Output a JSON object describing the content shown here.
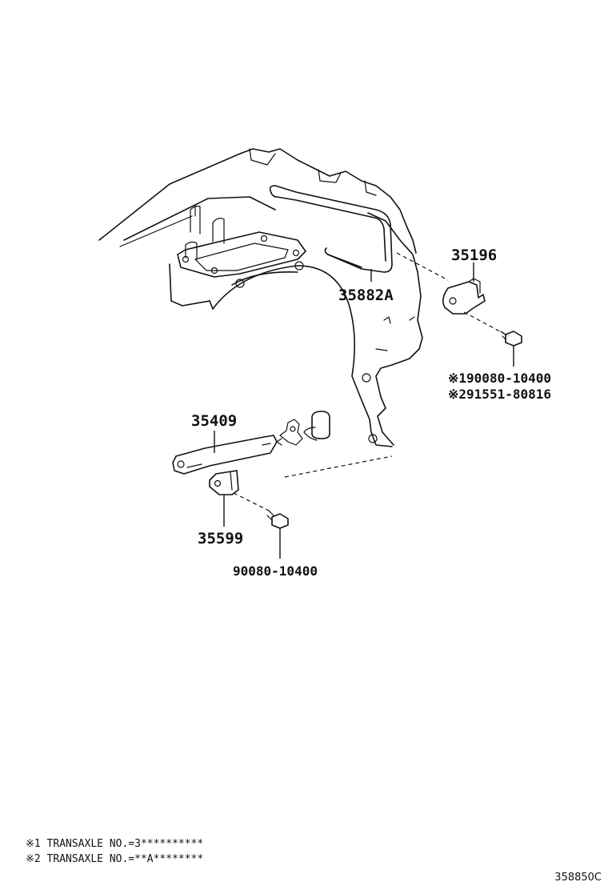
{
  "parts": {
    "p35196": "35196",
    "p35882a": "35882A",
    "bolt_alt1": "※190080-10400",
    "bolt_alt2": "※291551-80816",
    "p35409": "35409",
    "p35599": "35599",
    "bolt_lower": "90080-10400"
  },
  "notes": {
    "note1": "※1 TRANSAXLE NO.=3**********",
    "note2": "※2 TRANSAXLE NO.=**A********"
  },
  "reference": "358850C"
}
